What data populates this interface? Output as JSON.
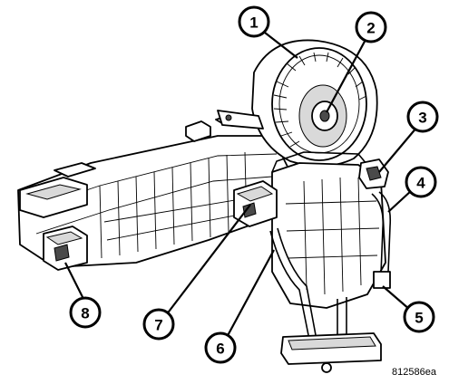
{
  "figure": {
    "reference_code": "812586ea",
    "callouts": [
      {
        "number": "1"
      },
      {
        "number": "2"
      },
      {
        "number": "3"
      },
      {
        "number": "4"
      },
      {
        "number": "5"
      },
      {
        "number": "6"
      },
      {
        "number": "7"
      },
      {
        "number": "8"
      }
    ]
  }
}
